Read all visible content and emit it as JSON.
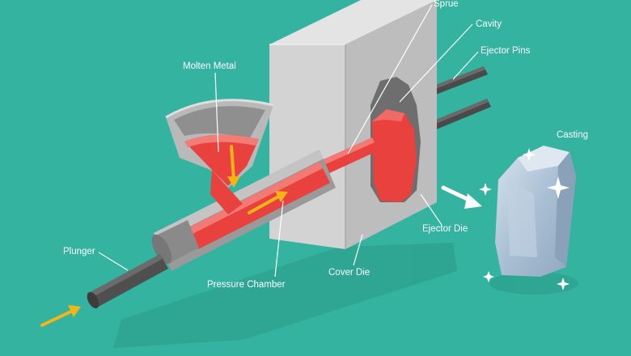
{
  "diagram": {
    "labels": {
      "sprue": "Sprue",
      "cavity": "Cavity",
      "ejector_pins": "Ejector Pins",
      "molten_metal": "Molten Metal",
      "casting": "Casting",
      "ejector_die": "Ejector Die",
      "plunger": "Plunger",
      "pressure_chamber": "Pressure Chamber",
      "cover_die": "Cover Die"
    },
    "colors": {
      "background": "#33b3a0",
      "metal": "#e8413e",
      "die_front": "#d3d3d3",
      "die_side": "#b9b9b9",
      "chamber": "#9a9a9a",
      "rod": "#4f4f4f",
      "arrow": "#f6b417",
      "casting": "#a9bfd4"
    },
    "icons": [
      "flow-arrow-icon",
      "eject-arrow-icon",
      "sparkle-icon"
    ]
  }
}
